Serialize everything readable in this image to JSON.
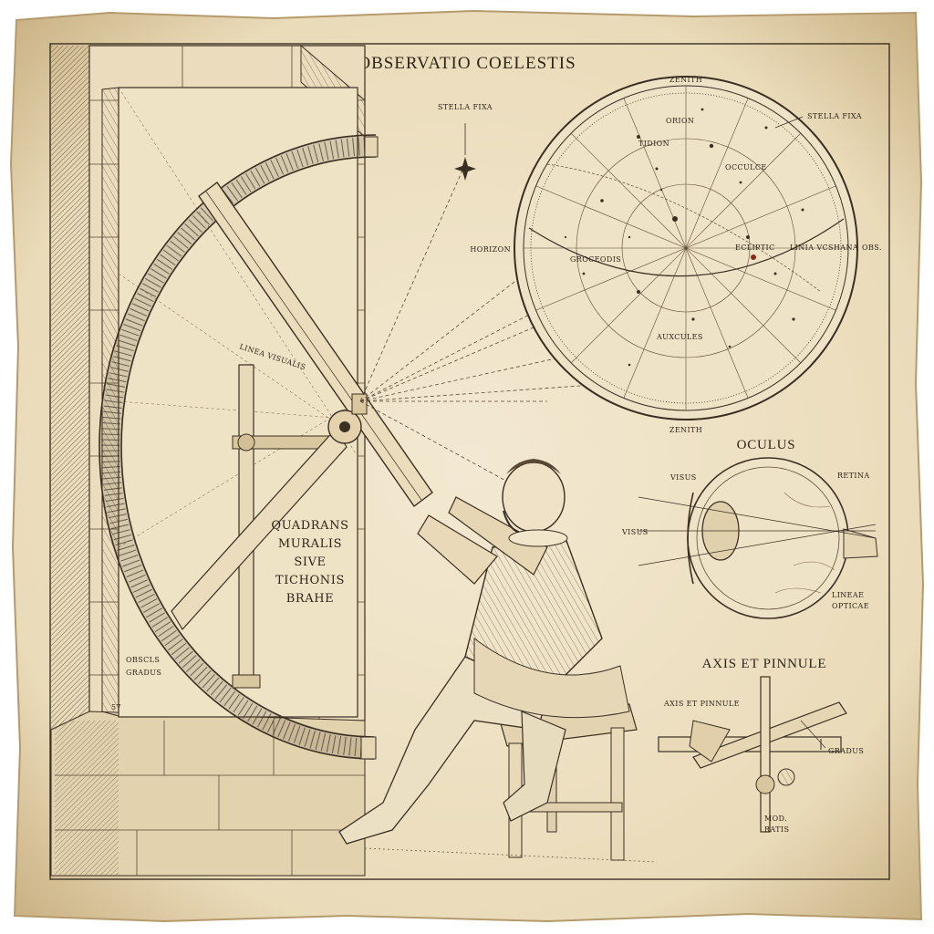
{
  "title": "OBSERVATIO COELESTIS",
  "star_chart": {
    "label_zenith_top": "ZENITH",
    "label_zenith_bottom": "ZENITH",
    "label_horizon": "HORIZON",
    "label_stella_fixa": "STELLA FIXA",
    "label_stella_fixa_left": "STELLA FIXA",
    "label_linea": "LINIA VCSHANA",
    "label_obs": "OBS.",
    "label_ecliptic": "ECLIPTIC",
    "labels_inner": [
      "ORION",
      "TIDION",
      "GROCEODIS",
      "OCCULCE",
      "AUXCULES"
    ]
  },
  "quadrant": {
    "label_lines": [
      "QUADRANS",
      "MURALIS",
      "SIVE",
      "TICHONIS",
      "BRAHE"
    ],
    "label_linea": "LINEA VISUALIS",
    "label_gradus_left": "GRADUS",
    "label_obsolis": "OBSCLS",
    "label_57": "57"
  },
  "eye": {
    "heading": "OCULUS",
    "label_visus_top": "VISUS",
    "label_visus_left": "VISUS",
    "label_retina": "RETINA",
    "label_lineae": "LINEAE",
    "label_opticae": "OPTICAE"
  },
  "axis": {
    "heading": "AXIS ET PINNULE",
    "label_inner": "AXIS ET PINNULE",
    "label_gradus": "GRADUS",
    "label_bottom_1": "MOD.",
    "label_bottom_2": "RATIS"
  },
  "colors": {
    "paper": "#efe3c8",
    "paper_edge": "#cdb88f",
    "ink": "#3b2f22",
    "accent_red": "#8b2a1a"
  }
}
